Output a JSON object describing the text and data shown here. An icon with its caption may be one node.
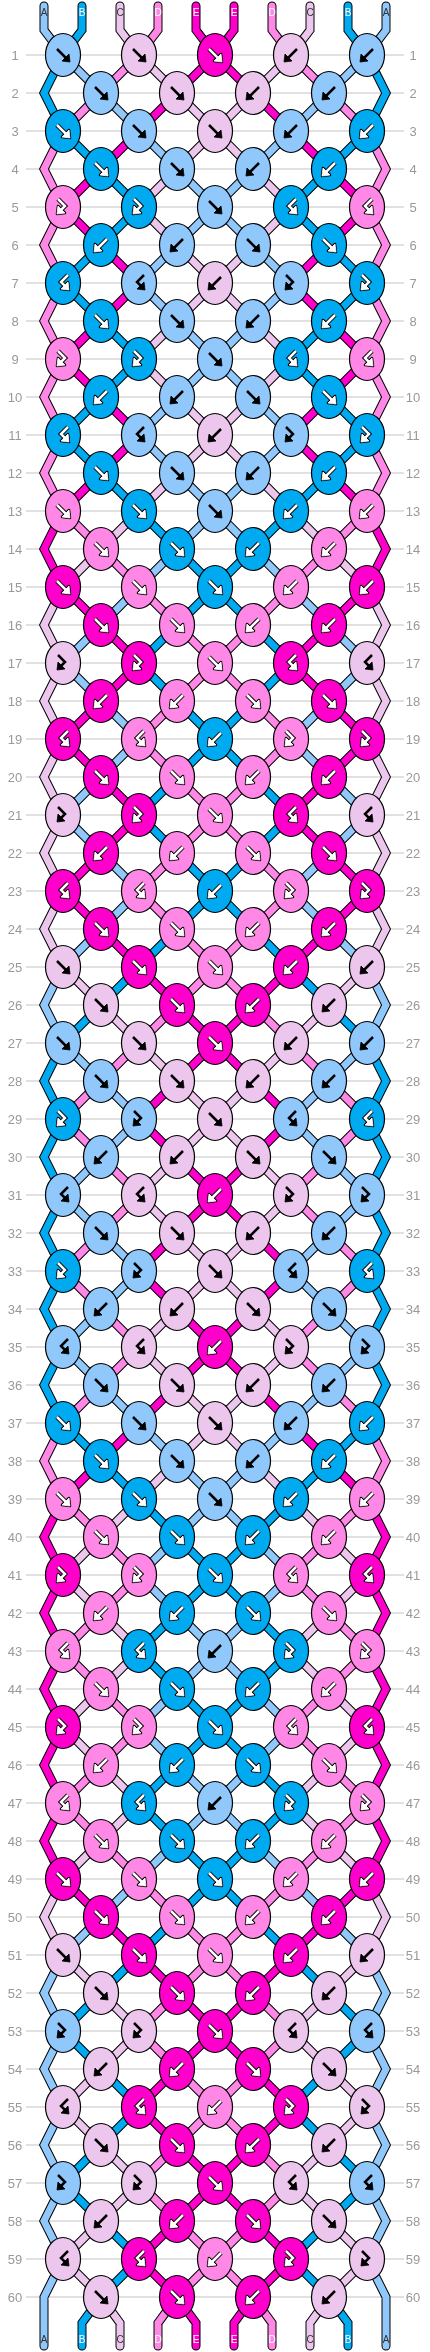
{
  "diagram": {
    "labels": [
      "A",
      "B",
      "C",
      "D",
      "E",
      "E",
      "D",
      "C",
      "B",
      "A",
      "1",
      "1",
      "2",
      "2",
      "3",
      "3",
      "4",
      "4",
      "5",
      "5",
      "6",
      "6",
      "7",
      "7",
      "8",
      "8",
      "9",
      "9",
      "10",
      "10",
      "11",
      "11",
      "12",
      "12",
      "13",
      "13",
      "14",
      "14",
      "15",
      "15",
      "16",
      "16",
      "17",
      "17",
      "18",
      "18",
      "19",
      "19",
      "20",
      "20",
      "21",
      "21",
      "22",
      "22",
      "23",
      "23",
      "24",
      "24",
      "25",
      "25",
      "26",
      "26",
      "27",
      "27",
      "28",
      "28",
      "29",
      "29",
      "30",
      "30",
      "31",
      "31",
      "32",
      "32",
      "33",
      "33",
      "34",
      "34",
      "35",
      "35",
      "36",
      "36",
      "37",
      "37",
      "38",
      "38",
      "39",
      "39",
      "40",
      "40",
      "41",
      "41",
      "42",
      "42",
      "43",
      "43",
      "44",
      "44",
      "45",
      "45",
      "46",
      "46",
      "47",
      "47",
      "48",
      "48",
      "49",
      "49",
      "50",
      "50",
      "51",
      "51",
      "52",
      "52",
      "53",
      "53",
      "54",
      "54",
      "55",
      "55",
      "56",
      "56",
      "57",
      "57",
      "58",
      "58",
      "59",
      "59",
      "60",
      "60",
      "A",
      "B",
      "C",
      "D",
      "E",
      "E",
      "D",
      "C",
      "B",
      "A"
    ]
  }
}
